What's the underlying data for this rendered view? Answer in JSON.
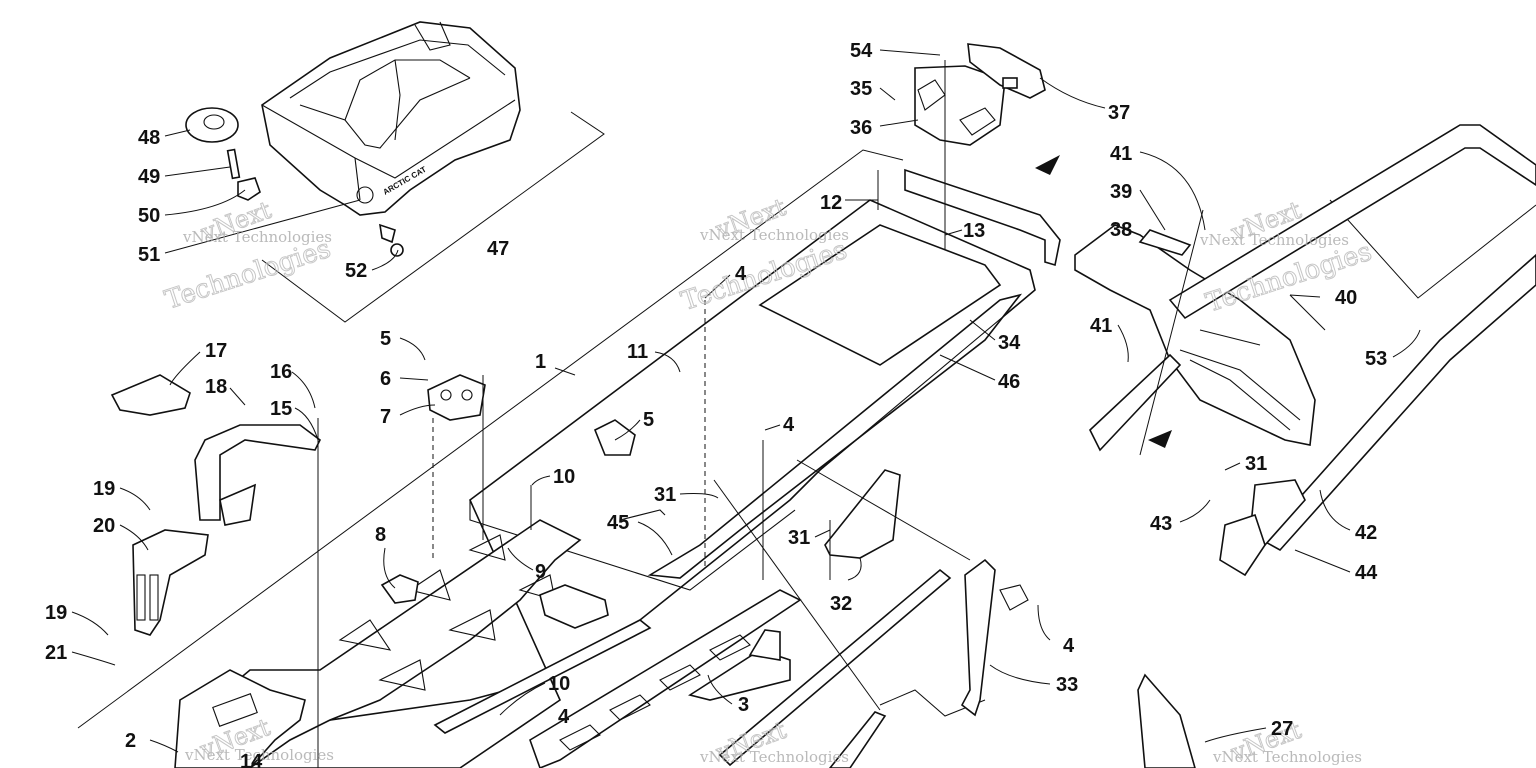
{
  "watermark": {
    "line1": "vNext Technologies",
    "line2": "vNext",
    "line3": "Technologies"
  },
  "callouts": [
    {
      "id": "c54",
      "label": "54"
    },
    {
      "id": "c35",
      "label": "35"
    },
    {
      "id": "c36",
      "label": "36"
    },
    {
      "id": "c37",
      "label": "37"
    },
    {
      "id": "c41a",
      "label": "41"
    },
    {
      "id": "c39",
      "label": "39"
    },
    {
      "id": "c38",
      "label": "38"
    },
    {
      "id": "c40",
      "label": "40"
    },
    {
      "id": "c41b",
      "label": "41"
    },
    {
      "id": "c53",
      "label": "53"
    },
    {
      "id": "c12",
      "label": "12"
    },
    {
      "id": "c13",
      "label": "13"
    },
    {
      "id": "c48",
      "label": "48"
    },
    {
      "id": "c49",
      "label": "49"
    },
    {
      "id": "c50",
      "label": "50"
    },
    {
      "id": "c51",
      "label": "51"
    },
    {
      "id": "c52",
      "label": "52"
    },
    {
      "id": "c47",
      "label": "47"
    },
    {
      "id": "c4a",
      "label": "4"
    },
    {
      "id": "c34",
      "label": "34"
    },
    {
      "id": "c46",
      "label": "46"
    },
    {
      "id": "c5a",
      "label": "5"
    },
    {
      "id": "c6",
      "label": "6"
    },
    {
      "id": "c7",
      "label": "7"
    },
    {
      "id": "c1",
      "label": "1"
    },
    {
      "id": "c11",
      "label": "11"
    },
    {
      "id": "c17",
      "label": "17"
    },
    {
      "id": "c18",
      "label": "18"
    },
    {
      "id": "c16",
      "label": "16"
    },
    {
      "id": "c15",
      "label": "15"
    },
    {
      "id": "c5b",
      "label": "5"
    },
    {
      "id": "c4b",
      "label": "4"
    },
    {
      "id": "c10a",
      "label": "10"
    },
    {
      "id": "c31a",
      "label": "31"
    },
    {
      "id": "c45",
      "label": "45"
    },
    {
      "id": "c19a",
      "label": "19"
    },
    {
      "id": "c20",
      "label": "20"
    },
    {
      "id": "c8",
      "label": "8"
    },
    {
      "id": "c9",
      "label": "9"
    },
    {
      "id": "c31b",
      "label": "31"
    },
    {
      "id": "c32",
      "label": "32"
    },
    {
      "id": "c31c",
      "label": "31"
    },
    {
      "id": "c43",
      "label": "43"
    },
    {
      "id": "c42",
      "label": "42"
    },
    {
      "id": "c44",
      "label": "44"
    },
    {
      "id": "c19b",
      "label": "19"
    },
    {
      "id": "c21",
      "label": "21"
    },
    {
      "id": "c4c",
      "label": "4"
    },
    {
      "id": "c33",
      "label": "33"
    },
    {
      "id": "c10b",
      "label": "10"
    },
    {
      "id": "c3",
      "label": "3"
    },
    {
      "id": "c2",
      "label": "2"
    },
    {
      "id": "c14",
      "label": "14"
    },
    {
      "id": "c4d",
      "label": "4"
    },
    {
      "id": "c27",
      "label": "27"
    }
  ]
}
